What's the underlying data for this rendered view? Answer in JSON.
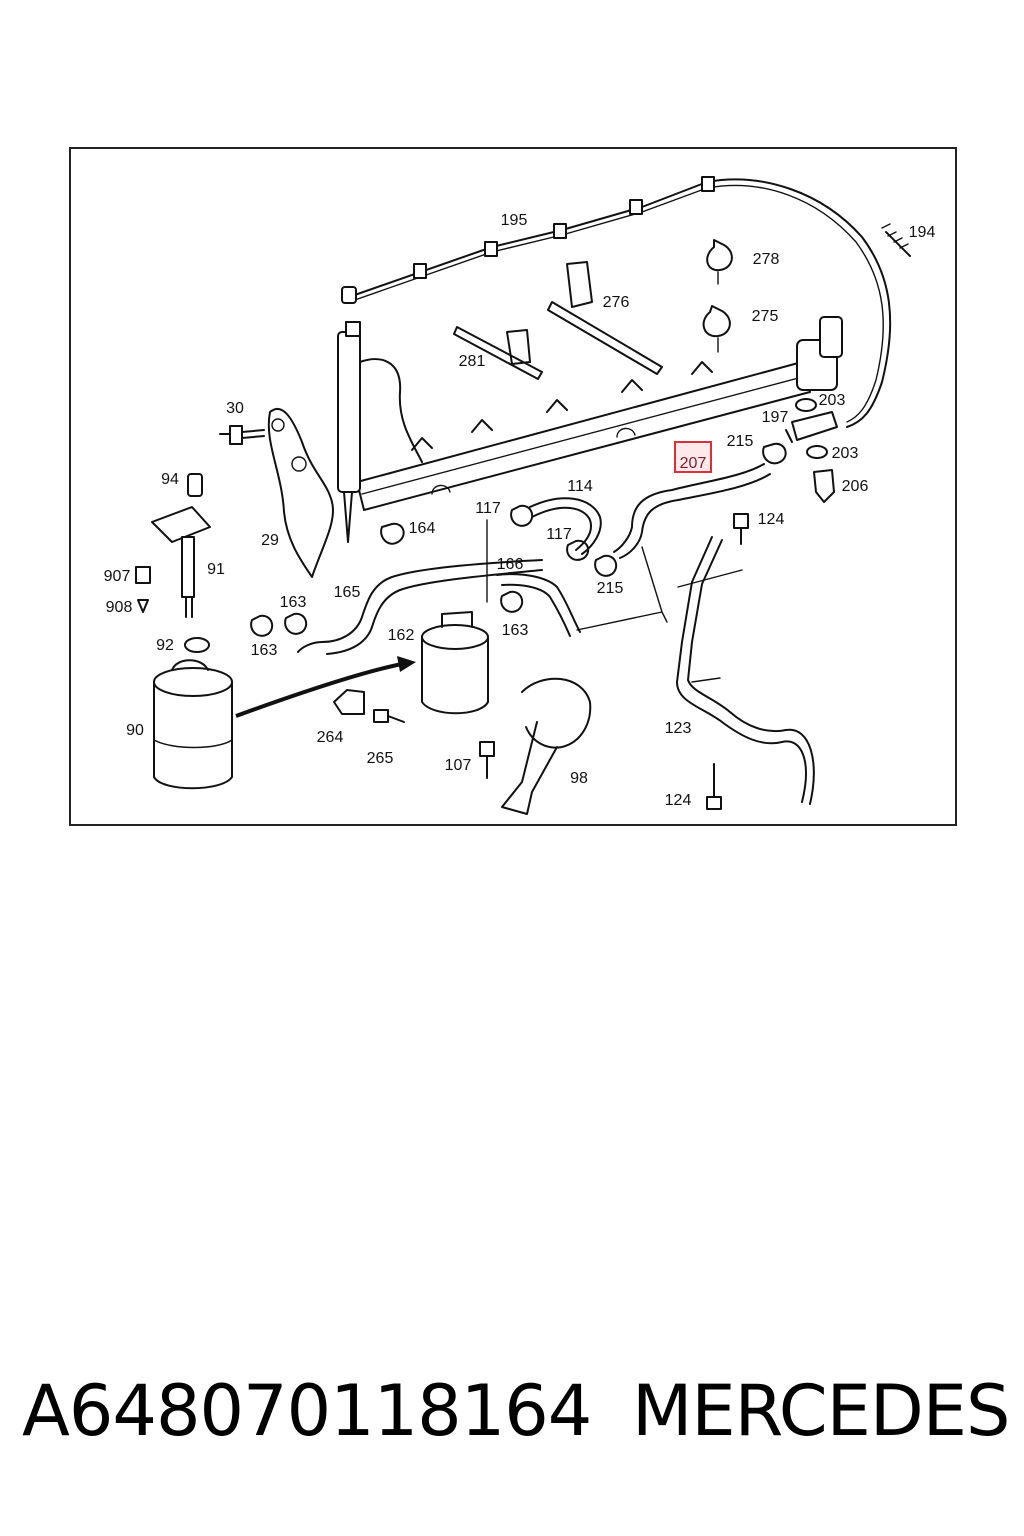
{
  "diagram": {
    "labels": {
      "l195": "195",
      "l194": "194",
      "l278": "278",
      "l276": "276",
      "l275": "275",
      "l281": "281",
      "l30": "30",
      "l203a": "203",
      "l197": "197",
      "l215a": "215",
      "l203b": "203",
      "l207": "207",
      "l206": "206",
      "l94": "94",
      "l114": "114",
      "l117a": "117",
      "l164": "164",
      "l124a": "124",
      "l117b": "117",
      "l29": "29",
      "l166": "166",
      "l907": "907",
      "l91": "91",
      "l215b": "215",
      "l165": "165",
      "l908": "908",
      "l163a": "163",
      "l162": "162",
      "l163b": "163",
      "l92": "92",
      "l163c": "163",
      "l90": "90",
      "l264": "264",
      "l123": "123",
      "l265": "265",
      "l107": "107",
      "l98": "98",
      "l124b": "124"
    },
    "highlighted_label": "207",
    "highlight_color": "#d9303b"
  },
  "footer": {
    "part_number": "A648070118164",
    "brand": "MERCEDES"
  }
}
